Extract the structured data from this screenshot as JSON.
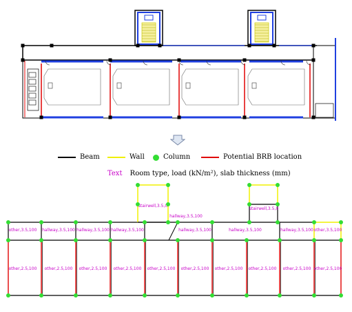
{
  "legend": {
    "beam": {
      "label": "Beam",
      "color": "#000000"
    },
    "wall": {
      "label": "Wall",
      "color": "#f0f000"
    },
    "column": {
      "label": "Column",
      "color": "#33dd33"
    },
    "brb": {
      "label": "Potential BRB location",
      "color": "#e00000"
    }
  },
  "text_legend": {
    "key": "Text",
    "description": "Room type, load (kN/m²), slab thickness (mm)"
  },
  "rooms": {
    "upper": [
      {
        "label": "other,3.5,100"
      },
      {
        "label": "hallway,3.5,100"
      },
      {
        "label": "hallway,3.5,100"
      },
      {
        "label": "hallway,3.5,100"
      },
      {
        "label": "hallway,3.5,100"
      },
      {
        "label": "hallway,3.5,100"
      },
      {
        "label": "hallway,3.5,100"
      },
      {
        "label": "other,3.5,100"
      }
    ],
    "lower": [
      {
        "label": "other,2.5,100"
      },
      {
        "label": "other,2.5,100"
      },
      {
        "label": "other,2.5,100"
      },
      {
        "label": "other,2.5,100"
      },
      {
        "label": "other,2.5,100"
      },
      {
        "label": "other,2.5,100"
      },
      {
        "label": "other,2.5,100"
      },
      {
        "label": "other,2.5,100"
      },
      {
        "label": "other,2.5,100"
      },
      {
        "label": "other,2.5,100"
      }
    ],
    "stairs": [
      {
        "label": "stairwell,3.5,0"
      },
      {
        "label": "stairwell,3.5,0"
      }
    ],
    "hallway_top": {
      "label": "hallway,3.5,100"
    }
  }
}
